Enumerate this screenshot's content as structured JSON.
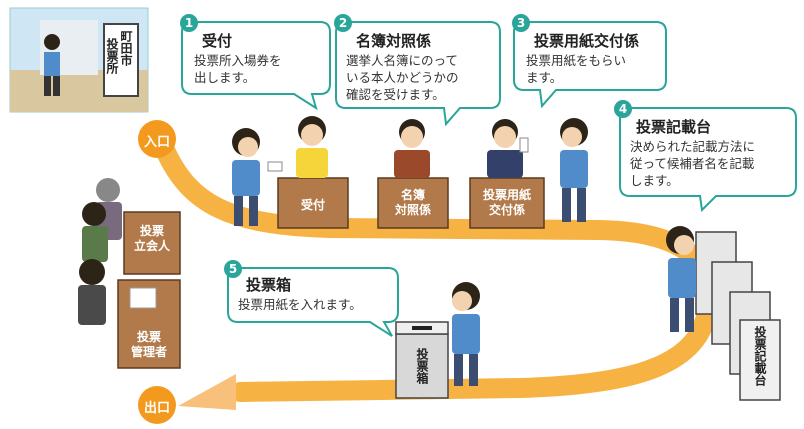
{
  "colors": {
    "teal": "#2aa59a",
    "path_orange": "#f5a623",
    "ballot_box": "#d8d8d8",
    "desk": "#b27a4a",
    "badge_orange": "#f39a1e"
  },
  "entrance_sign": {
    "line1": "町田市",
    "line2": "投票所"
  },
  "entrance_badge": "入口",
  "exit_badge": "出口",
  "steps": [
    {
      "num": "1",
      "title": "受付",
      "lines": [
        "投票所入場券を",
        "出します。"
      ]
    },
    {
      "num": "2",
      "title": "名簿対照係",
      "lines": [
        "選挙人名簿にのって",
        "いる本人かどうかの",
        "確認を受けます。"
      ]
    },
    {
      "num": "3",
      "title": "投票用紙交付係",
      "lines": [
        "投票用紙をもらい",
        "ます。"
      ]
    },
    {
      "num": "4",
      "title": "投票記載台",
      "lines": [
        "決められた記載方法に",
        "従って候補者名を記載",
        "します。"
      ]
    },
    {
      "num": "5",
      "title": "投票箱",
      "lines": [
        "投票用紙を入れます。"
      ]
    }
  ],
  "desk_labels": {
    "uketsuke": "受付",
    "meibo": [
      "名簿",
      "対照係"
    ],
    "koufu": [
      "投票用紙",
      "交付係"
    ]
  },
  "witness_label": [
    "投票",
    "立会人"
  ],
  "manager_label": [
    "投票",
    "管理者"
  ],
  "box_label": "投票箱",
  "booth_label": "投票記載台"
}
